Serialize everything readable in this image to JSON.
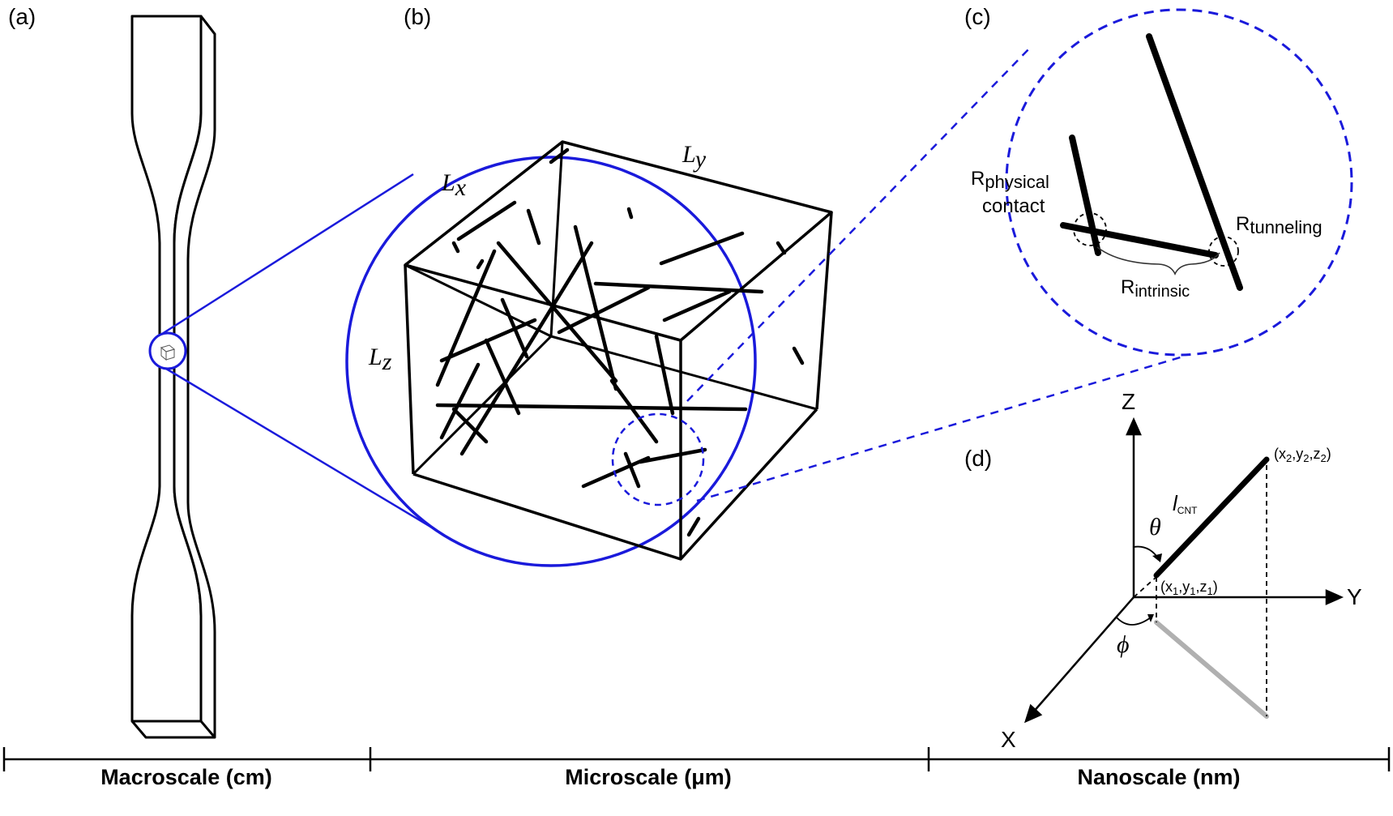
{
  "panels": {
    "a": "(a)",
    "b": "(b)",
    "c": "(c)",
    "d": "(d)"
  },
  "scale_bar": {
    "macro": "Macroscale (cm)",
    "micro": "Microscale (μm)",
    "nano": "Nanoscale (nm)"
  },
  "box_labels": {
    "lx_main": "L",
    "lx_sub": "x",
    "ly_main": "L",
    "ly_sub": "y",
    "lz_main": "L",
    "lz_sub": "z"
  },
  "resistance_labels": {
    "physical_R": "R",
    "physical_sub": "physical",
    "physical_line2": "contact",
    "tunneling_R": "R",
    "tunneling_sub": "tunneling",
    "intrinsic_R": "R",
    "intrinsic_sub": "intrinsic"
  },
  "coordinates": {
    "x_axis": "X",
    "y_axis": "Y",
    "z_axis": "Z",
    "theta": "θ",
    "phi": "ϕ",
    "length_l": "l",
    "length_sub": "CNT",
    "p1": {
      "open": "(x",
      "s1": "1",
      "c1": ",y",
      "s2": "1",
      "c2": ",z",
      "s3": "1",
      "close": ")"
    },
    "p2": {
      "open": "(x",
      "s1": "2",
      "c1": ",y",
      "s2": "2",
      "c2": ",z",
      "s3": "2",
      "close": ")"
    }
  },
  "colors": {
    "zoom_blue": "#1a1adb",
    "ink": "#000000",
    "projection_gray": "#b0b0b0"
  }
}
